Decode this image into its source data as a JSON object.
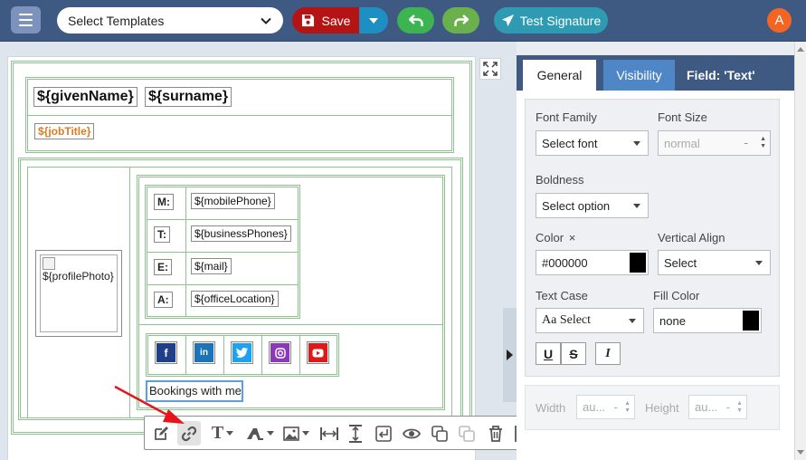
{
  "header": {
    "template_select": "Select Templates",
    "save_label": "Save",
    "test_label": "Test Signature",
    "avatar_initial": "A"
  },
  "canvas": {
    "given_name": "${givenName}",
    "surname": "${surname}",
    "job_title": "${jobTitle}",
    "profile_photo": "${profilePhoto}",
    "contacts": [
      {
        "label": "M:",
        "value": "${mobilePhone}"
      },
      {
        "label": "T:",
        "value": "${businessPhones}"
      },
      {
        "label": "E:",
        "value": "${mail}"
      },
      {
        "label": "A:",
        "value": "${officeLocation}"
      }
    ],
    "social_icons": [
      "facebook-icon",
      "linkedin-icon",
      "twitter-icon",
      "instagram-icon",
      "youtube-icon"
    ],
    "social_text": [
      "f",
      "in"
    ],
    "bookings_text": "Bookings with me"
  },
  "toolbar": {
    "icons": [
      "edit-icon",
      "link-icon",
      "text-icon",
      "font-color-icon",
      "image-icon",
      "fit-width-icon",
      "fit-height-icon",
      "line-break-icon",
      "preview-icon",
      "copy-icon",
      "paste-icon",
      "delete-icon",
      "save-block-icon",
      "more-icon"
    ],
    "text_glyph": "T"
  },
  "panel": {
    "tabs": {
      "general": "General",
      "visibility": "Visibility",
      "field": "Field: 'Text'"
    },
    "font_family_label": "Font Family",
    "font_family_value": "Select font",
    "font_size_label": "Font Size",
    "font_size_placeholder": "normal",
    "boldness_label": "Boldness",
    "boldness_value": "Select option",
    "color_label": "Color",
    "color_clear": "×",
    "color_value": "#000000",
    "valign_label": "Vertical Align",
    "valign_value": "Select",
    "text_case_label": "Text Case",
    "text_case_value": "Aa Select",
    "fill_color_label": "Fill Color",
    "fill_color_value": "none",
    "format_buttons": [
      "U",
      "S",
      "I"
    ],
    "width_label": "Width",
    "width_value": "au...",
    "height_label": "Height",
    "height_value": "au...",
    "spin_dash": "-"
  },
  "colors": {
    "topbar": "#3f5a82",
    "save": "#b41414",
    "undo": "#3cb452",
    "redo": "#6ab14d",
    "test": "#2f9bb2",
    "avatar": "#f26522",
    "tab_active": "#4f86c6",
    "grid_border": "#8dc38d",
    "job_title": "#e07a1f",
    "facebook": "#1f3f8a",
    "linkedin": "#1b73b8",
    "twitter": "#1da1f2",
    "instagram": "#8a3ab9",
    "youtube": "#e01818"
  }
}
